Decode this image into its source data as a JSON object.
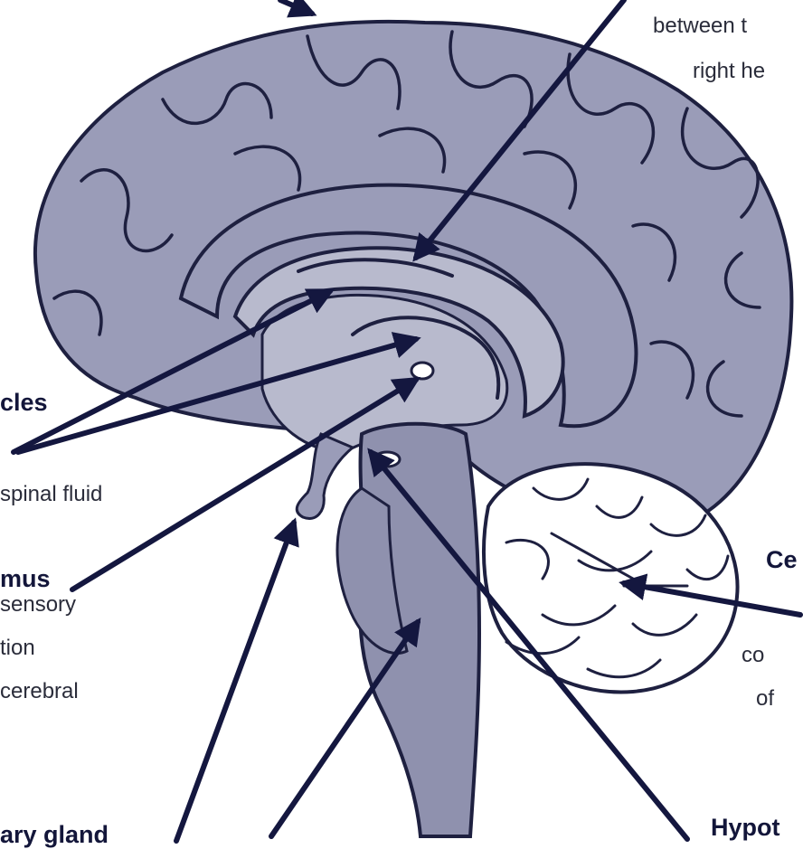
{
  "colors": {
    "tissue": "#9a9cb8",
    "tissue_light": "#b8bacd",
    "outline": "#1e2040",
    "arrow": "#14173f",
    "background": "#ffffff"
  },
  "labels": {
    "top_right_line1": "between t",
    "top_right_line2": "right he",
    "ventricles_title": "cles",
    "ventricles_desc": "spinal fluid",
    "thalamus_title": "mus",
    "thalamus_desc1": "sensory",
    "thalamus_desc2": "tion",
    "thalamus_desc3": "cerebral",
    "pituitary_title": "ary gland",
    "cerebellum_title": "Ce",
    "cerebellum_desc1": "co",
    "cerebellum_desc2": "of",
    "hypothalamus_title": "Hypot"
  }
}
